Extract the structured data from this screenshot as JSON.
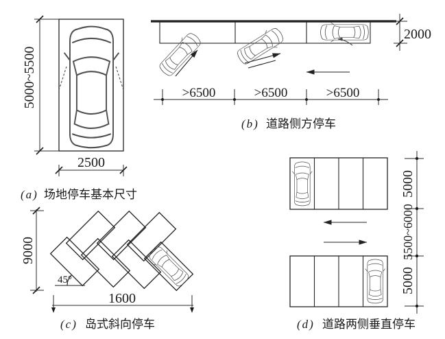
{
  "colors": {
    "background": "#ffffff",
    "line": "#222222",
    "car_line": "#4f4f4f"
  },
  "panels": {
    "a": {
      "label": "(a)",
      "caption": "场地停车基本尺寸",
      "height_dim": "5000~5500",
      "width_dim": "2500"
    },
    "b": {
      "label": "(b)",
      "caption": "道路侧方停车",
      "depth_dim": "2000",
      "spacing_dims": [
        ">6500",
        ">6500",
        ">6500"
      ]
    },
    "c": {
      "label": "(c)",
      "caption": "岛式斜向停车",
      "height_dim": "9000",
      "width_dim": "1600",
      "angle_dim": "45°"
    },
    "d": {
      "label": "(d)",
      "caption": "道路两侧垂直停车",
      "stall_dim_top": "5000",
      "road_dim": "5500~6000",
      "stall_dim_bottom": "5000"
    }
  }
}
